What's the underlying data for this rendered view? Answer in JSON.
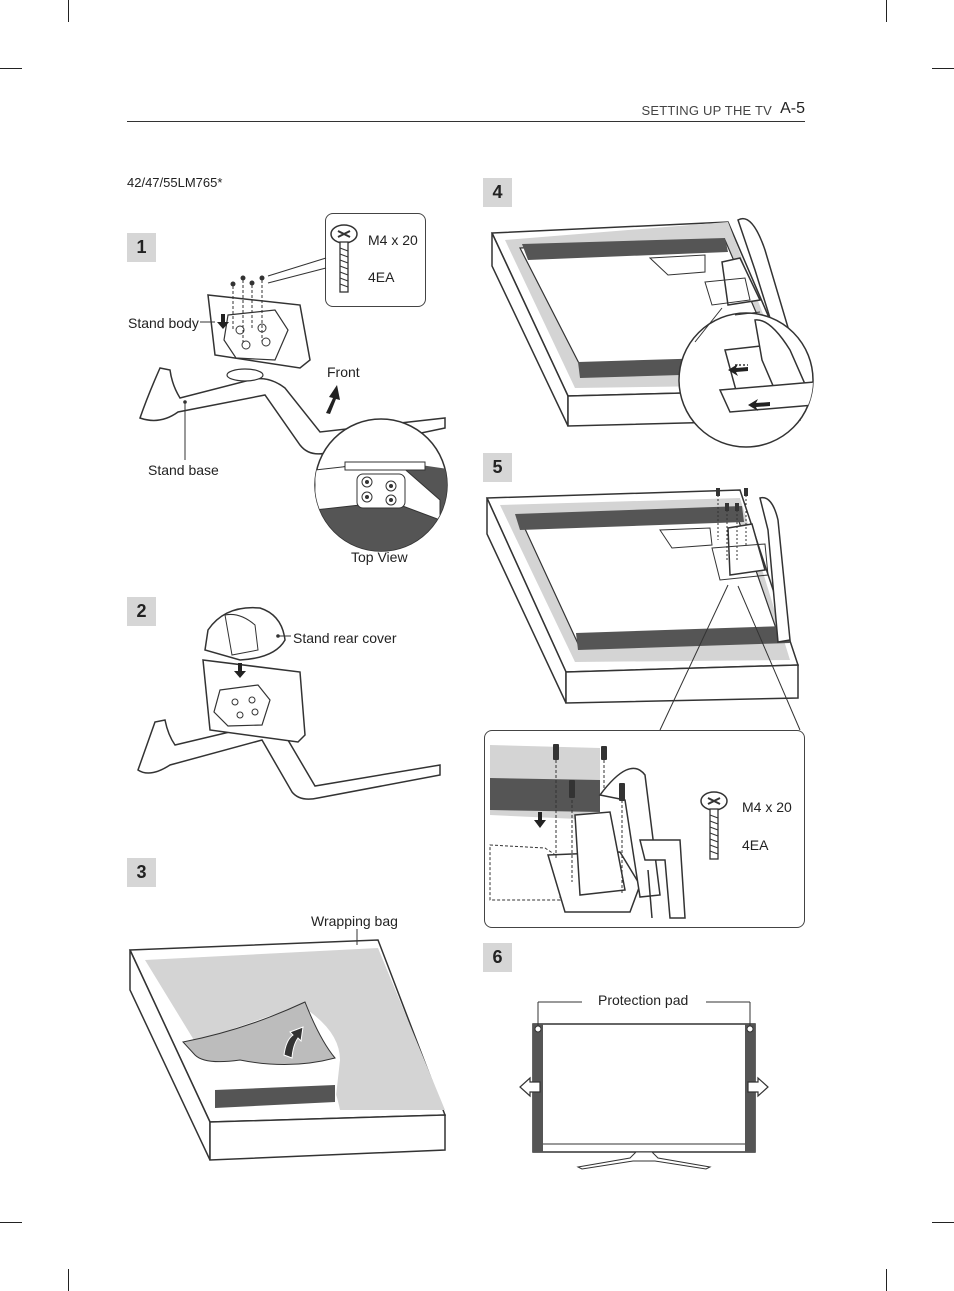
{
  "header": {
    "section": "SETTING UP THE TV",
    "page": "A-5"
  },
  "model": "42/47/55LM765*",
  "steps": {
    "s1": {
      "number": "1",
      "screw_size": "M4 x 20",
      "screw_qty": "4EA",
      "stand_body": "Stand body",
      "stand_base": "Stand base",
      "front": "Front",
      "top_view": "Top View"
    },
    "s2": {
      "number": "2",
      "rear_cover": "Stand rear cover"
    },
    "s3": {
      "number": "3",
      "wrapping_bag": "Wrapping bag"
    },
    "s4": {
      "number": "4"
    },
    "s5": {
      "number": "5",
      "screw_size": "M4 x 20",
      "screw_qty": "4EA"
    },
    "s6": {
      "number": "6",
      "protection_pad": "Protection pad"
    }
  },
  "icons": [
    "screw-icon",
    "arrow-down-icon",
    "arrow-up-icon",
    "arrow-left-icon",
    "arrow-right-icon"
  ]
}
